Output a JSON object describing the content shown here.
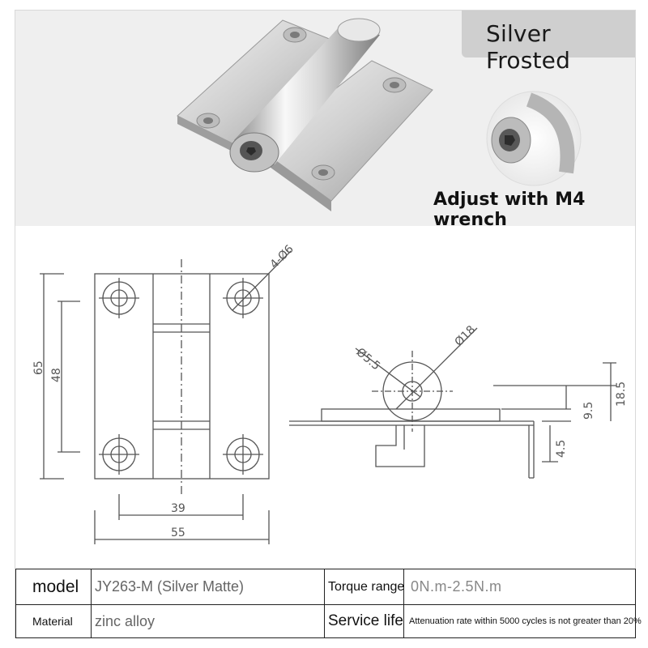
{
  "header": {
    "finish_tag": "Silver Frosted",
    "adjust_caption": "Adjust with M4 wrench"
  },
  "drawing": {
    "front": {
      "height_outer": "65",
      "height_inner": "48",
      "width_inner": "39",
      "width_outer": "55",
      "holes": "4-Ø6"
    },
    "side": {
      "pin_dia": "Ø5.5",
      "barrel_dia": "Ø18",
      "h_18_5": "18.5",
      "h_9_5": "9.5",
      "h_4_5": "4.5"
    }
  },
  "specs": {
    "row1": {
      "label": "model",
      "value": "JY263-M (Silver Matte)",
      "label2": "Torque range",
      "value2": "0N.m-2.5N.m"
    },
    "row2": {
      "label": "Material",
      "value": "zinc alloy",
      "label2": "Service life",
      "value2": "Attenuation rate within 5000 cycles is not greater than 20%"
    }
  },
  "colors": {
    "photo_bg": "#efefef",
    "tag_bg": "#cfcfcf",
    "line": "#555555"
  }
}
